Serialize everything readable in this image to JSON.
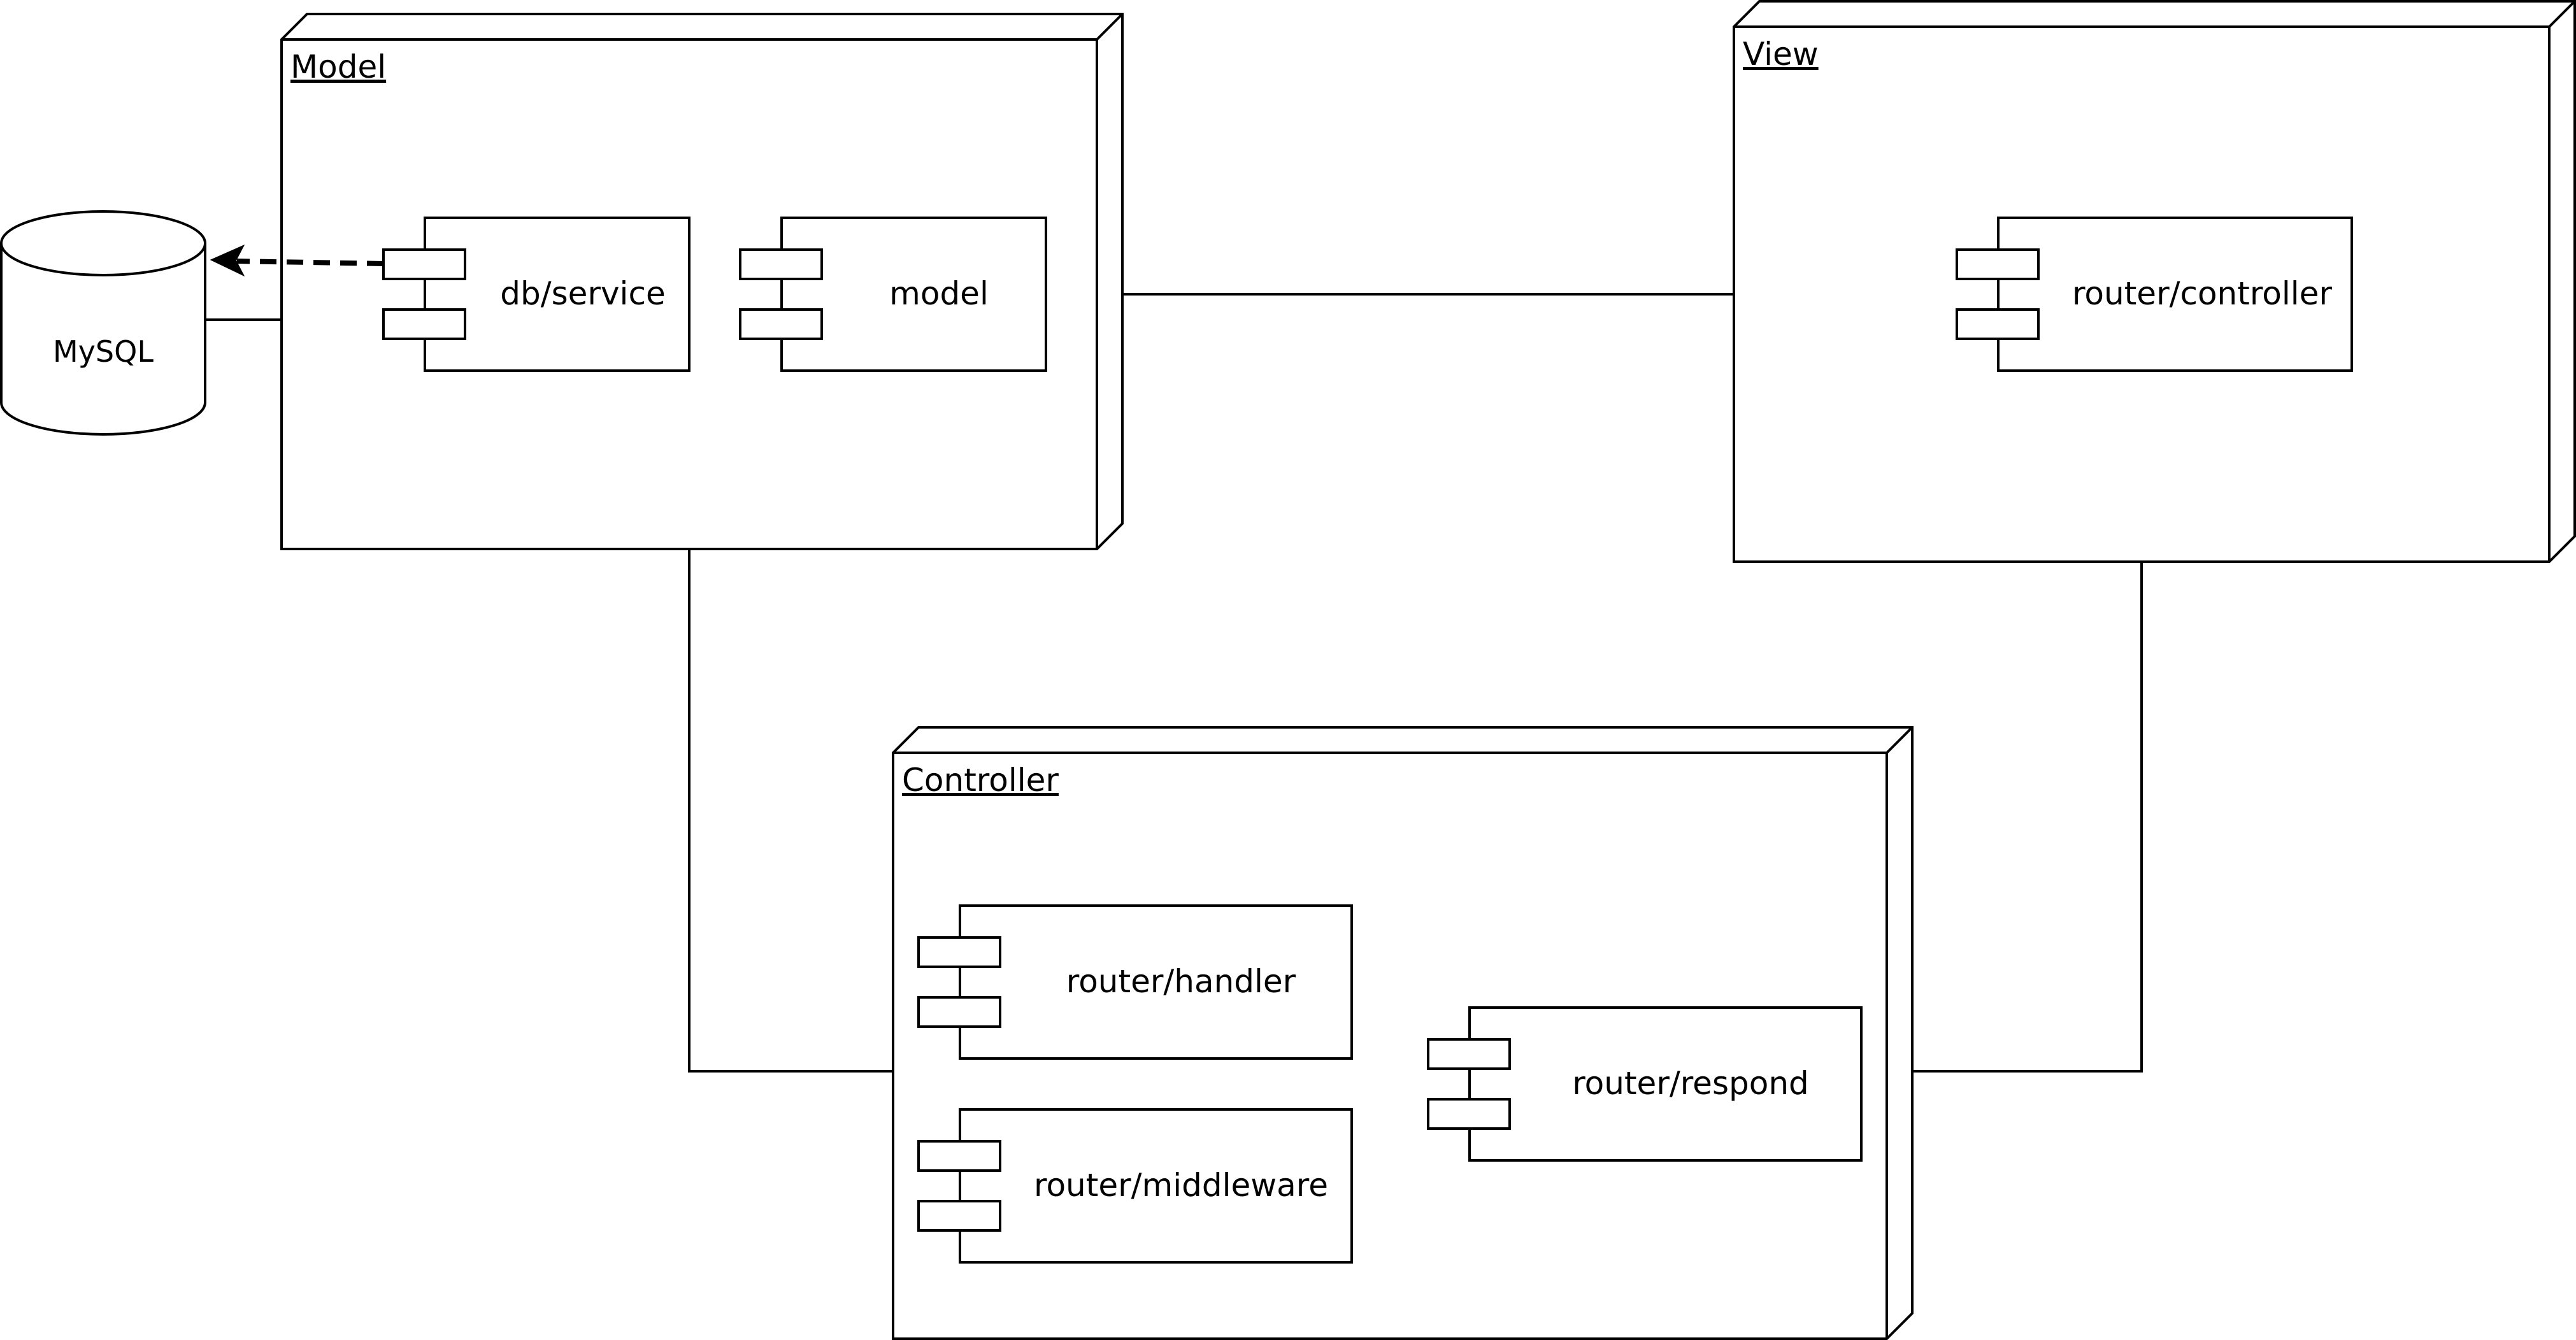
{
  "nodes": {
    "model": {
      "title": "Model"
    },
    "view": {
      "title": "View"
    },
    "controller": {
      "title": "Controller"
    }
  },
  "database": {
    "label": "MySQL"
  },
  "components": {
    "db_service": "db/service",
    "model": "model",
    "router_controller": "router/controller",
    "router_handler": "router/handler",
    "router_middleware": "router/middleware",
    "router_respond": "router/respond"
  },
  "connections": [
    {
      "from": "MySQL",
      "to": "Model",
      "style": "solid"
    },
    {
      "from": "Model",
      "to": "View",
      "style": "solid"
    },
    {
      "from": "Model",
      "to": "Controller",
      "style": "solid"
    },
    {
      "from": "View",
      "to": "Controller",
      "style": "solid"
    },
    {
      "from": "db/service",
      "to": "MySQL",
      "style": "dashed-arrow"
    }
  ],
  "colors": {
    "stroke": "#000000",
    "background": "#ffffff"
  }
}
